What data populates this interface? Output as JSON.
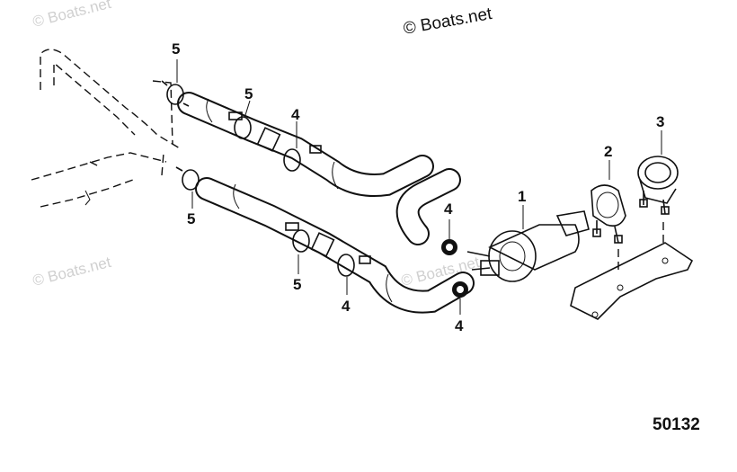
{
  "watermarks": {
    "top_left": "© Boats.net",
    "top_center": "© Boats.net",
    "mid_left": "© Boats.net",
    "center": "© Boats.net"
  },
  "labels": {
    "pump": "1",
    "bracket": "2",
    "cover": "3",
    "clamp_4": "4",
    "clamp_5": "5"
  },
  "reference_number": "50132"
}
